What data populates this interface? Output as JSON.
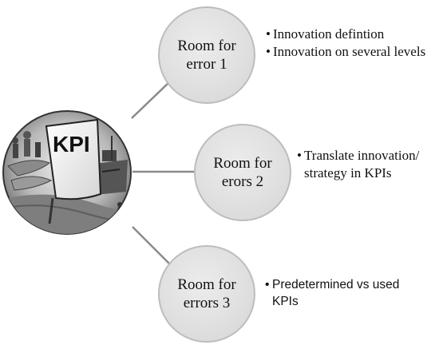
{
  "center": {
    "sign_text": "KPI"
  },
  "nodes": [
    {
      "label": "Room for\nerror 1",
      "bullets": [
        "Innovation defintion",
        "Innovation on several levels"
      ]
    },
    {
      "label": "Room for\nerors 2",
      "bullets": [
        "Translate innovation/ strategy in KPIs"
      ]
    },
    {
      "label": "Room for\nerrors 3",
      "bullets": [
        "Predetermined vs used KPIs"
      ]
    }
  ]
}
